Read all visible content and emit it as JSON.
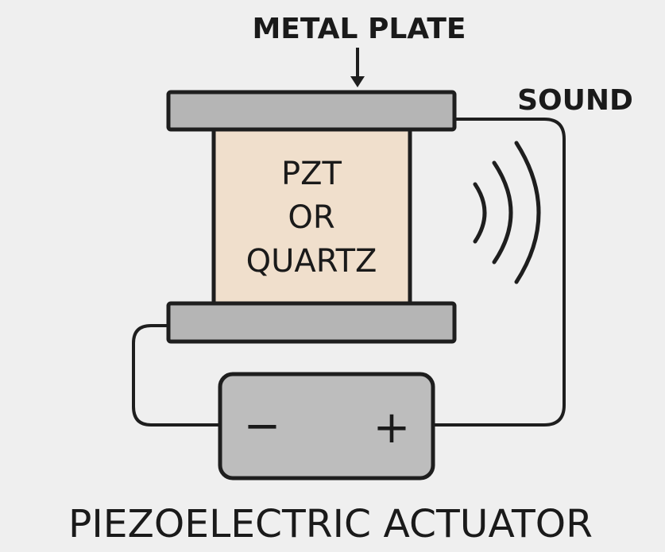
{
  "labels": {
    "metal_plate": "METAL PLATE",
    "sound": "SOUND",
    "crystal_line1": "PZT",
    "crystal_line2": "OR",
    "crystal_line3": "QUARTZ",
    "minus": "−",
    "plus": "+",
    "title": "PIEZOELECTRIC ACTUATOR"
  },
  "colors": {
    "background": "#efefef",
    "plate": "#b5b5b5",
    "crystal": "#f0dfcc",
    "battery": "#bdbdbd",
    "stroke": "#1e1e1e"
  }
}
